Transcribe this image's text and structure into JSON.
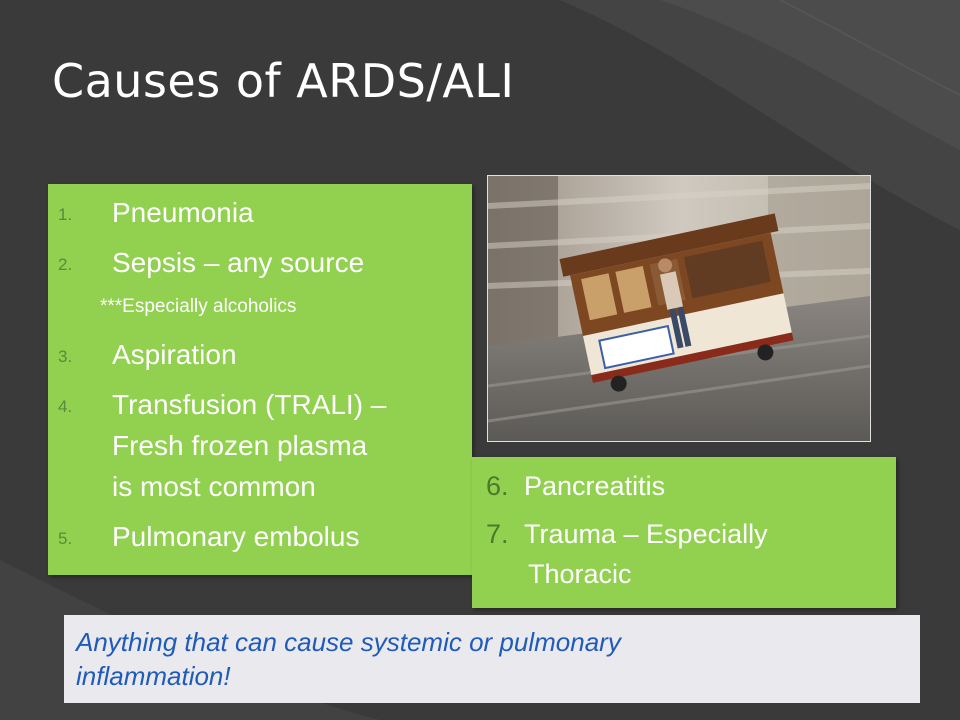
{
  "slide": {
    "title": "Causes of ARDS/ALI",
    "left_list": [
      {
        "num": "1.",
        "text": "Pneumonia"
      },
      {
        "num": "2.",
        "text": "Sepsis – any source"
      },
      {
        "num": "3.",
        "text": "Aspiration"
      },
      {
        "num": "4.",
        "text_lines": [
          "Transfusion (TRALI) –",
          "Fresh frozen plasma",
          "is most common"
        ]
      },
      {
        "num": "5.",
        "text": "Pulmonary embolus"
      }
    ],
    "sub_note": "***Especially alcoholics",
    "right_list": [
      {
        "num": "6.",
        "text": "Pancreatitis"
      },
      {
        "num": "7.",
        "text_lines": [
          "Trauma – Especially",
          "Thoracic"
        ]
      }
    ],
    "footer_note_lines": [
      "Anything that can cause systemic or pulmonary",
      "inflammation!"
    ]
  },
  "colors": {
    "background": "#3a3a3a",
    "green_box": "#92d050",
    "note_text": "#1f5bb8"
  },
  "image": {
    "subject": "cable-car-photo"
  }
}
